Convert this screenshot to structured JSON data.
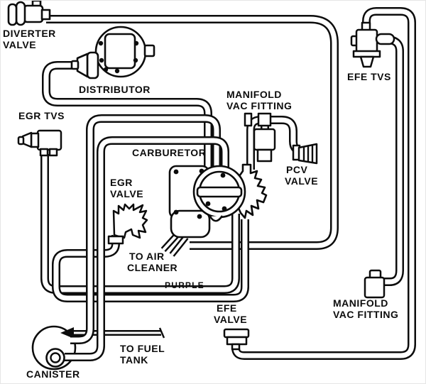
{
  "figure": {
    "labels": {
      "diverter_valve": {
        "l1": "DIVERTER",
        "l2": "VALVE"
      },
      "distributor": {
        "l1": "DISTRIBUTOR"
      },
      "egr_tvs": {
        "l1": "EGR TVS"
      },
      "manifold_vac_fitting_top": {
        "l1": "MANIFOLD",
        "l2": "VAC FITTING"
      },
      "carburetor": {
        "l1": "CARBURETOR"
      },
      "pcv_valve": {
        "l1": "PCV",
        "l2": "VALVE"
      },
      "efe_tvs": {
        "l1": "EFE TVS"
      },
      "egr_valve": {
        "l1": "EGR",
        "l2": "VALVE"
      },
      "to_air_cleaner": {
        "l1": "TO AIR",
        "l2": "CLEANER"
      },
      "purple": {
        "l1": "PURPLE"
      },
      "efe_valve": {
        "l1": "EFE",
        "l2": "VALVE"
      },
      "manifold_vac_fitting_bottom": {
        "l1": "MANIFOLD",
        "l2": "VAC FITTING"
      },
      "to_fuel_tank": {
        "l1": "TO FUEL",
        "l2": "TANK"
      },
      "canister": {
        "l1": "CANISTER"
      }
    },
    "colors": {
      "ink": "#0c0c0c",
      "background": "#ffffff"
    }
  }
}
